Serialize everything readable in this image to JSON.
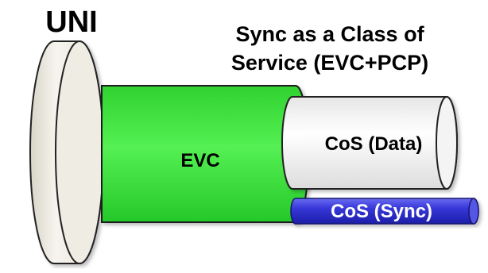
{
  "labels": {
    "uni": "UNI",
    "title_line1": "Sync as a Class of",
    "title_line2": "Service (EVC+PCP)",
    "evc": "EVC",
    "cos_data": "CoS (Data)",
    "cos_sync": "CoS (Sync)"
  },
  "colors": {
    "uni_body": "#f3f1ea",
    "evc_body": "#39e43c",
    "cos_data_body": "#f2f2f2",
    "cos_sync_body": "#2b2cc6",
    "outline": "#222222",
    "text_dark": "#000000",
    "text_light": "#ffffff"
  }
}
